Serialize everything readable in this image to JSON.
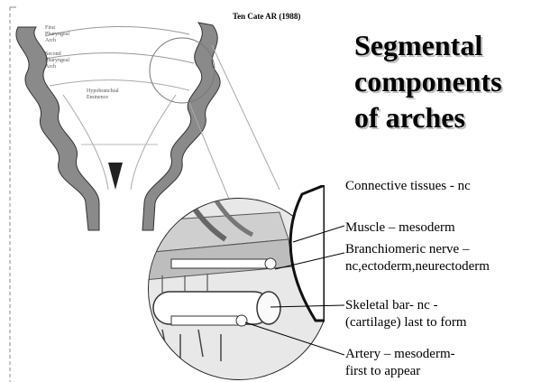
{
  "credit": "Ten Cate AR (1988)",
  "title_lines": [
    "Segmental",
    "components",
    "of arches"
  ],
  "diagram_labels": {
    "first_arch": [
      "First",
      "Pharyngeal",
      "Arch"
    ],
    "second_arch": [
      "Second",
      "Pharyngeal",
      "Arch"
    ],
    "hypobranchial": [
      "Hypobranchial",
      "Eminence"
    ]
  },
  "components": [
    {
      "lines": [
        "Connective tissues - nc"
      ]
    },
    {
      "lines": [
        "Muscle – mesoderm"
      ]
    },
    {
      "lines": [
        "Branchiomeric nerve –",
        "nc,ectoderm,neurectoderm"
      ]
    },
    {
      "lines": [
        "Skeletal bar- nc -",
        "(cartilage) last to form"
      ]
    },
    {
      "lines": [
        "Artery – mesoderm-",
        "first to appear"
      ]
    }
  ]
}
